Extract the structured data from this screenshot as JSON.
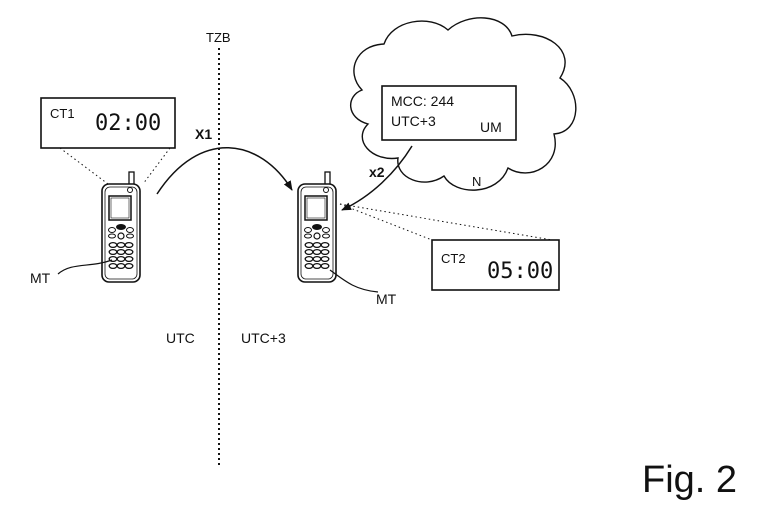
{
  "boundary": {
    "label": "TZB"
  },
  "zones": {
    "left": "UTC",
    "right": "UTC+3"
  },
  "clock1": {
    "name": "CT1",
    "time": "02:00"
  },
  "clock2": {
    "name": "CT2",
    "time": "05:00"
  },
  "network": {
    "label": "N",
    "message": {
      "line1": "MCC: 244",
      "line2": "UTC+3",
      "tag": "UM"
    }
  },
  "transitions": {
    "move": "X1",
    "signal": "x2"
  },
  "terminal_left": {
    "label": "MT"
  },
  "terminal_right": {
    "label": "MT"
  },
  "figure": {
    "caption": "Fig. 2"
  }
}
